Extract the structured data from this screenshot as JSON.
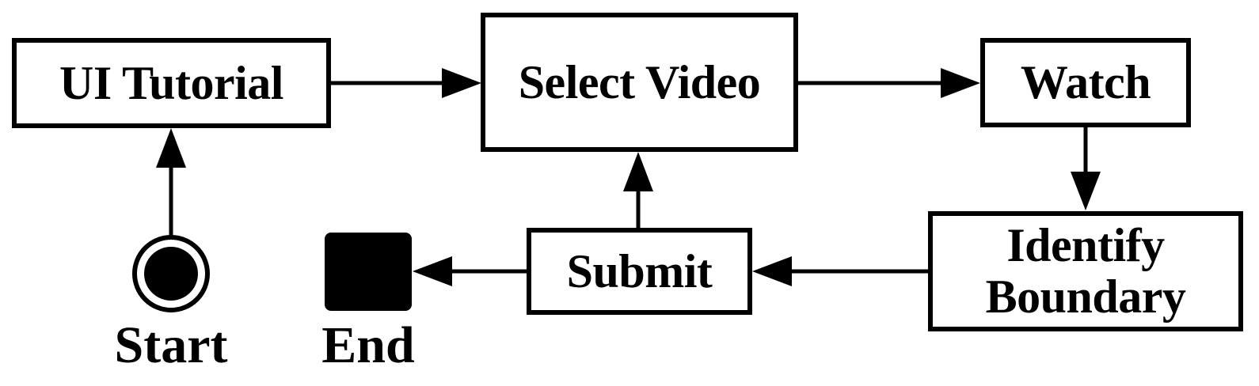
{
  "colors": {
    "line": "#000000",
    "node_fill": "#ffffff",
    "node_border": "#000000",
    "terminal_fill": "#000000",
    "background": "#ffffff"
  },
  "nodes": [
    {
      "id": "ui-tutorial",
      "label": "UI Tutorial"
    },
    {
      "id": "select-video",
      "label": "Select Video"
    },
    {
      "id": "watch",
      "label": "Watch"
    },
    {
      "id": "identify-boundary",
      "label": "Identify Boundary",
      "label_lines": [
        "Identify",
        "Boundary"
      ]
    },
    {
      "id": "submit",
      "label": "Submit"
    }
  ],
  "terminals": [
    {
      "id": "start",
      "label": "Start",
      "shape": "filled-circle-in-ring"
    },
    {
      "id": "end",
      "label": "End",
      "shape": "filled-square"
    }
  ],
  "edges": [
    {
      "from": "Start",
      "to": "UI Tutorial"
    },
    {
      "from": "UI Tutorial",
      "to": "Select Video"
    },
    {
      "from": "Select Video",
      "to": "Watch"
    },
    {
      "from": "Watch",
      "to": "Identify Boundary"
    },
    {
      "from": "Identify Boundary",
      "to": "Submit"
    },
    {
      "from": "Submit",
      "to": "Select Video"
    },
    {
      "from": "Submit",
      "to": "End"
    }
  ]
}
